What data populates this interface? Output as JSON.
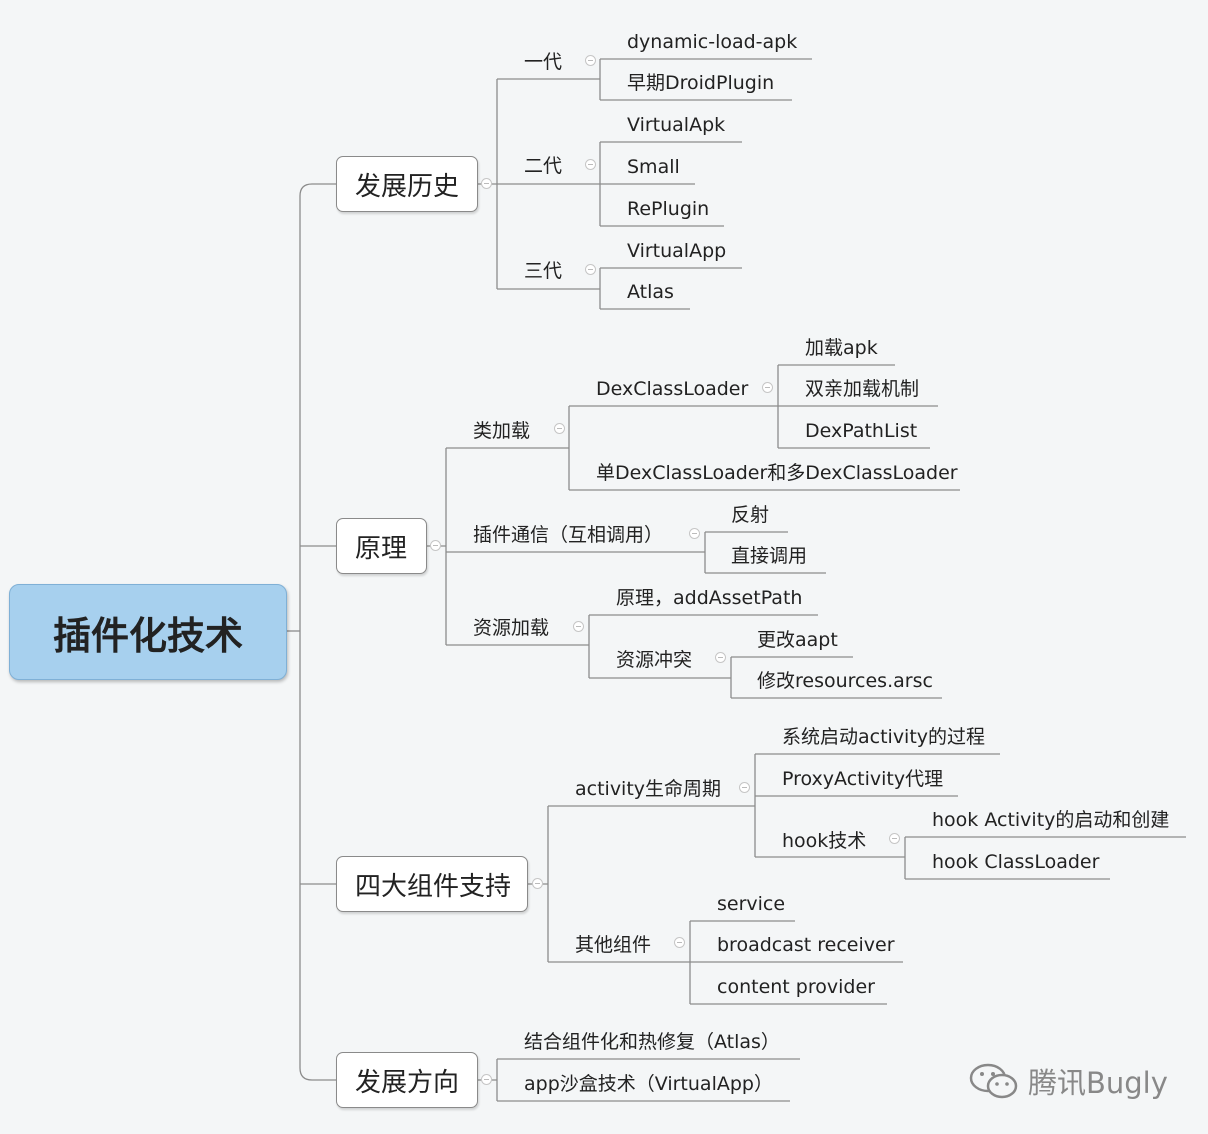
{
  "root": "插件化技术",
  "branches": {
    "history": {
      "label": "发展历史",
      "gen1": {
        "label": "一代",
        "items": [
          "dynamic-load-apk",
          "早期DroidPlugin"
        ]
      },
      "gen2": {
        "label": "二代",
        "items": [
          "VirtualApk",
          "Small",
          "RePlugin"
        ]
      },
      "gen3": {
        "label": "三代",
        "items": [
          "VirtualApp",
          "Atlas"
        ]
      }
    },
    "principle": {
      "label": "原理",
      "class_loading": {
        "label": "类加载",
        "dexclassloader": {
          "label": "DexClassLoader",
          "items": [
            "加载apk",
            "双亲加载机制",
            "DexPathList"
          ]
        },
        "single_multi": "单DexClassLoader和多DexClassLoader"
      },
      "communication": {
        "label": "插件通信（互相调用）",
        "items": [
          "反射",
          "直接调用"
        ]
      },
      "resources": {
        "label": "资源加载",
        "principle_item": "原理，addAssetPath",
        "conflict": {
          "label": "资源冲突",
          "items": [
            "更改aapt",
            "修改resources.arsc"
          ]
        }
      }
    },
    "components": {
      "label": "四大组件支持",
      "activity": {
        "label": "activity生命周期",
        "start_process": "系统启动activity的过程",
        "proxy": "ProxyActivity代理",
        "hook": {
          "label": "hook技术",
          "items": [
            "hook Activity的启动和创建",
            "hook ClassLoader"
          ]
        }
      },
      "others": {
        "label": "其他组件",
        "items": [
          "service",
          "broadcast receiver",
          "content provider"
        ]
      }
    },
    "direction": {
      "label": "发展方向",
      "items": [
        "结合组件化和热修复（Atlas）",
        "app沙盒技术（VirtualApp）"
      ]
    }
  },
  "watermark": "腾讯Bugly",
  "colors": {
    "root_fill": "#a7d0ee",
    "line": "#8c8c8c",
    "background": "#f4f6f7"
  }
}
